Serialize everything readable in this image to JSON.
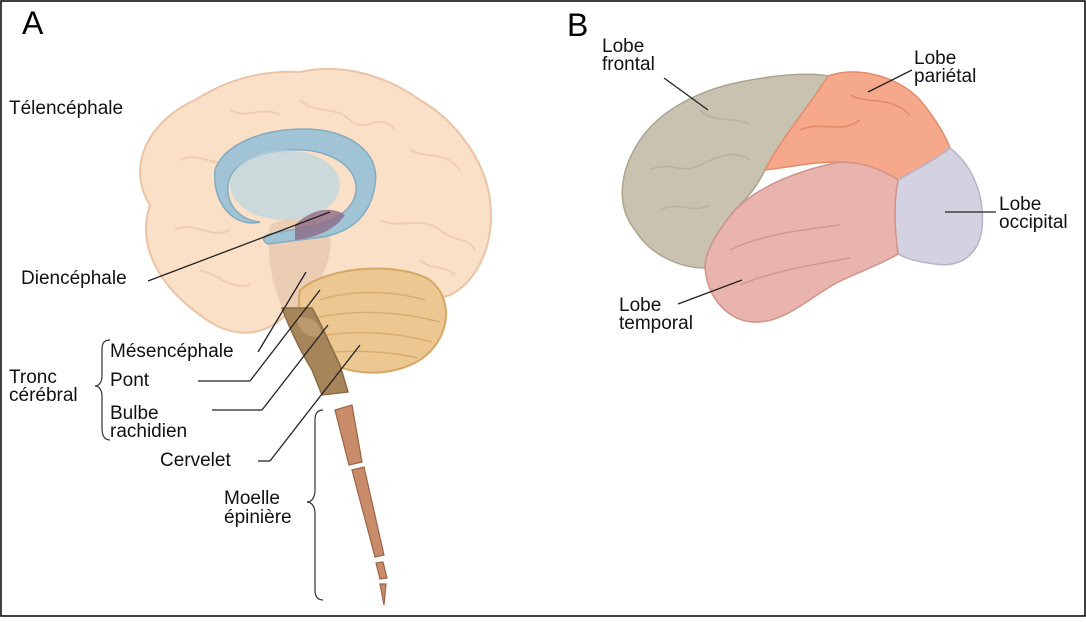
{
  "panel_a": {
    "letter": "A",
    "labels": {
      "telencephale": "Télencéphale",
      "diencephale": "Diencéphale",
      "mesencephale": "Mésencéphale",
      "pont": "Pont",
      "bulbe_line1": "Bulbe",
      "bulbe_line2": "rachidien",
      "cervelet": "Cervelet",
      "tronc_line1": "Tronc",
      "tronc_line2": "cérébral",
      "moelle_line1": "Moelle",
      "moelle_line2": "épinière"
    }
  },
  "panel_b": {
    "letter": "B",
    "labels": {
      "frontal_line1": "Lobe",
      "frontal_line2": "frontal",
      "parietal_line1": "Lobe",
      "parietal_line2": "pariétal",
      "occipital_line1": "Lobe",
      "occipital_line2": "occipital",
      "temporal_line1": "Lobe",
      "temporal_line2": "temporal"
    }
  },
  "colors": {
    "cerebrum": "#fbe0c8",
    "ventricle": "#9cc3d6",
    "cerebellum": "#ecc792",
    "brainstem": "#a7855a",
    "spinal_cord": "#c98c6a",
    "frontal": "#c9c2b0",
    "parietal": "#f6a98a",
    "temporal": "#e9b4ad",
    "occipital": "#d4d2e0"
  }
}
